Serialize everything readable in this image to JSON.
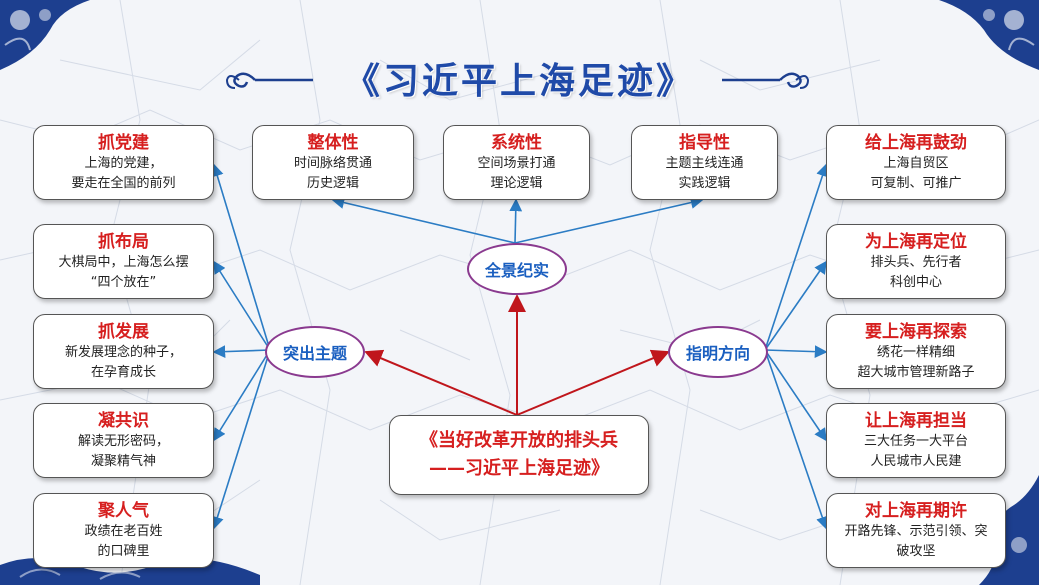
{
  "title": "《习近平上海足迹》",
  "center": {
    "line1": "《当好改革开放的排头兵",
    "line2": "——习近平上海足迹》"
  },
  "hubs": {
    "top": "全景纪实",
    "left": "突出主题",
    "right": "指明方向"
  },
  "top_boxes": [
    {
      "title": "整体性",
      "lines": [
        "时间脉络贯通",
        "历史逻辑"
      ]
    },
    {
      "title": "系统性",
      "lines": [
        "空间场景打通",
        "理论逻辑"
      ]
    },
    {
      "title": "指导性",
      "lines": [
        "主题主线连通",
        "实践逻辑"
      ]
    }
  ],
  "left_boxes": [
    {
      "title": "抓党建",
      "lines": [
        "上海的党建，",
        "要走在全国的前列"
      ]
    },
    {
      "title": "抓布局",
      "lines": [
        "大棋局中，上海怎么摆",
        "“四个放在”"
      ]
    },
    {
      "title": "抓发展",
      "lines": [
        "新发展理念的种子，",
        "在孕育成长"
      ]
    },
    {
      "title": "凝共识",
      "lines": [
        "解读无形密码，",
        "凝聚精气神"
      ]
    },
    {
      "title": "聚人气",
      "lines": [
        "政绩在老百姓",
        "的口碑里"
      ]
    }
  ],
  "right_boxes": [
    {
      "title": "给上海再鼓劲",
      "lines": [
        "上海自贸区",
        "可复制、可推广"
      ]
    },
    {
      "title": "为上海再定位",
      "lines": [
        "排头兵、先行者",
        "科创中心"
      ]
    },
    {
      "title": "要上海再探索",
      "lines": [
        "绣花一样精细",
        "超大城市管理新路子"
      ]
    },
    {
      "title": "让上海再担当",
      "lines": [
        "三大任务一大平台",
        "人民城市人民建"
      ]
    },
    {
      "title": "对上海再期许",
      "lines": [
        "开路先锋、示范引领、突",
        "破攻坚"
      ]
    }
  ],
  "colors": {
    "title_blue": "#1f4aa8",
    "box_title_red": "#d61f1f",
    "hub_text_blue": "#1a5fc0",
    "hub_border_purple": "#8a3a8f",
    "arrow_blue": "#2b7cc4",
    "arrow_red": "#c0161c",
    "porcelain_blue": "#1d3f8f"
  }
}
